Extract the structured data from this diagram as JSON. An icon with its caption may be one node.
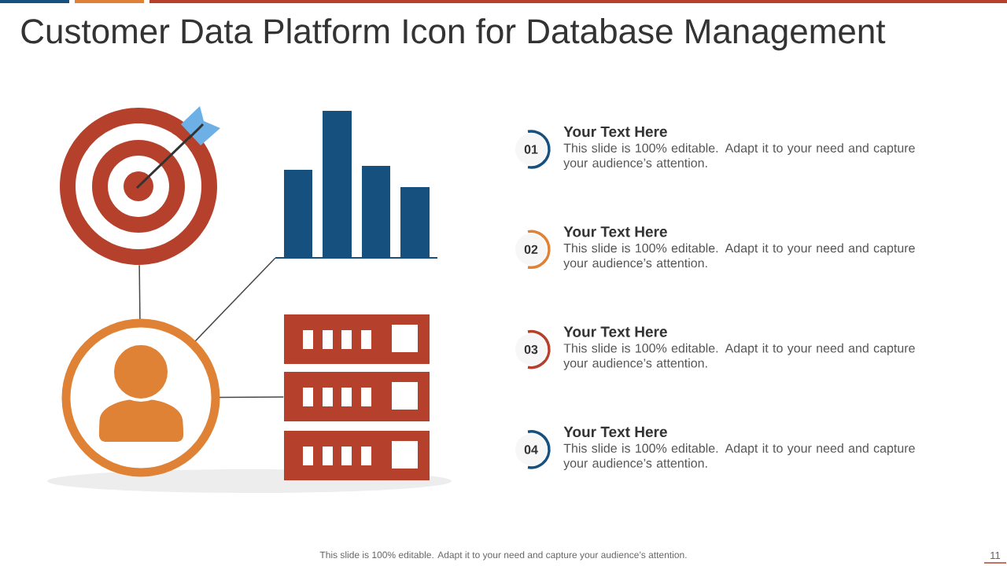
{
  "diagram": {
    "title": "Customer Data Platform Icon for Database Management",
    "nodes": [
      {
        "text": [],
        "shape": "picture"
      },
      {
        "text": [],
        "shape": "picture"
      },
      {
        "text": [],
        "shape": "person"
      },
      {
        "text": [],
        "shape": "picture"
      },
      {
        "text": [
          "01"
        ],
        "beside": [
          "Your Text Here",
          "This slide is 100% editable. Adapt it to your need and capture your audience’s attention."
        ]
      },
      {
        "text": [
          "02"
        ],
        "beside": [
          "Your Text Here",
          "This slide is 100% editable. Adapt it to your need and capture your audience’s attention."
        ]
      },
      {
        "text": [
          "03"
        ],
        "beside": [
          "Your Text Here",
          "This slide is 100% editable. Adapt it to your need and capture your audience’s attention."
        ]
      },
      {
        "text": [
          "04"
        ],
        "beside": [
          "Your Text Here",
          "This slide is 100% editable. Adapt it to your need and capture your audience’s attention."
        ]
      }
    ],
    "edges": [
      {
        "from": 2,
        "to": 0,
        "arrow": "none"
      },
      {
        "from": 2,
        "to": 1,
        "arrow": "none"
      },
      {
        "from": 2,
        "to": 3,
        "arrow": "none"
      }
    ],
    "labels": [
      "This slide is 100% editable. Adapt it to your need and capture your audience’s attention.",
      "11"
    ]
  }
}
